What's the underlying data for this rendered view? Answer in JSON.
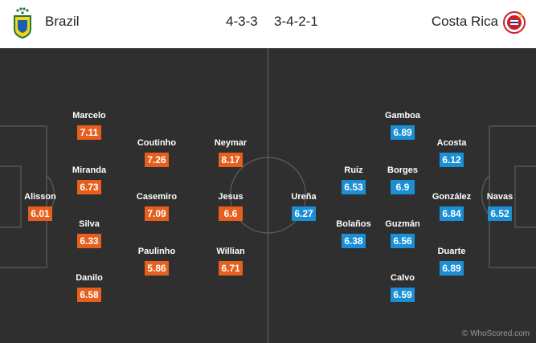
{
  "header": {
    "home_team": "Brazil",
    "away_team": "Costa Rica",
    "home_formation": "4-3-3",
    "away_formation": "3-4-2-1"
  },
  "colors": {
    "home_rating": "#e75f1c",
    "away_rating": "#1a8fd6",
    "pitch": "#2f2f2f"
  },
  "home_players": [
    {
      "name": "Alisson",
      "rating": "6.01"
    },
    {
      "name": "Marcelo",
      "rating": "7.11"
    },
    {
      "name": "Miranda",
      "rating": "6.73"
    },
    {
      "name": "Silva",
      "rating": "6.33"
    },
    {
      "name": "Danilo",
      "rating": "6.58"
    },
    {
      "name": "Coutinho",
      "rating": "7.26"
    },
    {
      "name": "Casemiro",
      "rating": "7.09"
    },
    {
      "name": "Paulinho",
      "rating": "5.86"
    },
    {
      "name": "Neymar",
      "rating": "8.17"
    },
    {
      "name": "Jesus",
      "rating": "6.6"
    },
    {
      "name": "Willian",
      "rating": "6.71"
    }
  ],
  "away_players": [
    {
      "name": "Navas",
      "rating": "6.52"
    },
    {
      "name": "Acosta",
      "rating": "6.12"
    },
    {
      "name": "González",
      "rating": "6.84"
    },
    {
      "name": "Duarte",
      "rating": "6.89"
    },
    {
      "name": "Gamboa",
      "rating": "6.89"
    },
    {
      "name": "Borges",
      "rating": "6.9"
    },
    {
      "name": "Guzmán",
      "rating": "6.56"
    },
    {
      "name": "Calvo",
      "rating": "6.59"
    },
    {
      "name": "Ruiz",
      "rating": "6.53"
    },
    {
      "name": "Bolaños",
      "rating": "6.38"
    },
    {
      "name": "Ureña",
      "rating": "6.27"
    }
  ],
  "credit": "© WhoScored.com"
}
